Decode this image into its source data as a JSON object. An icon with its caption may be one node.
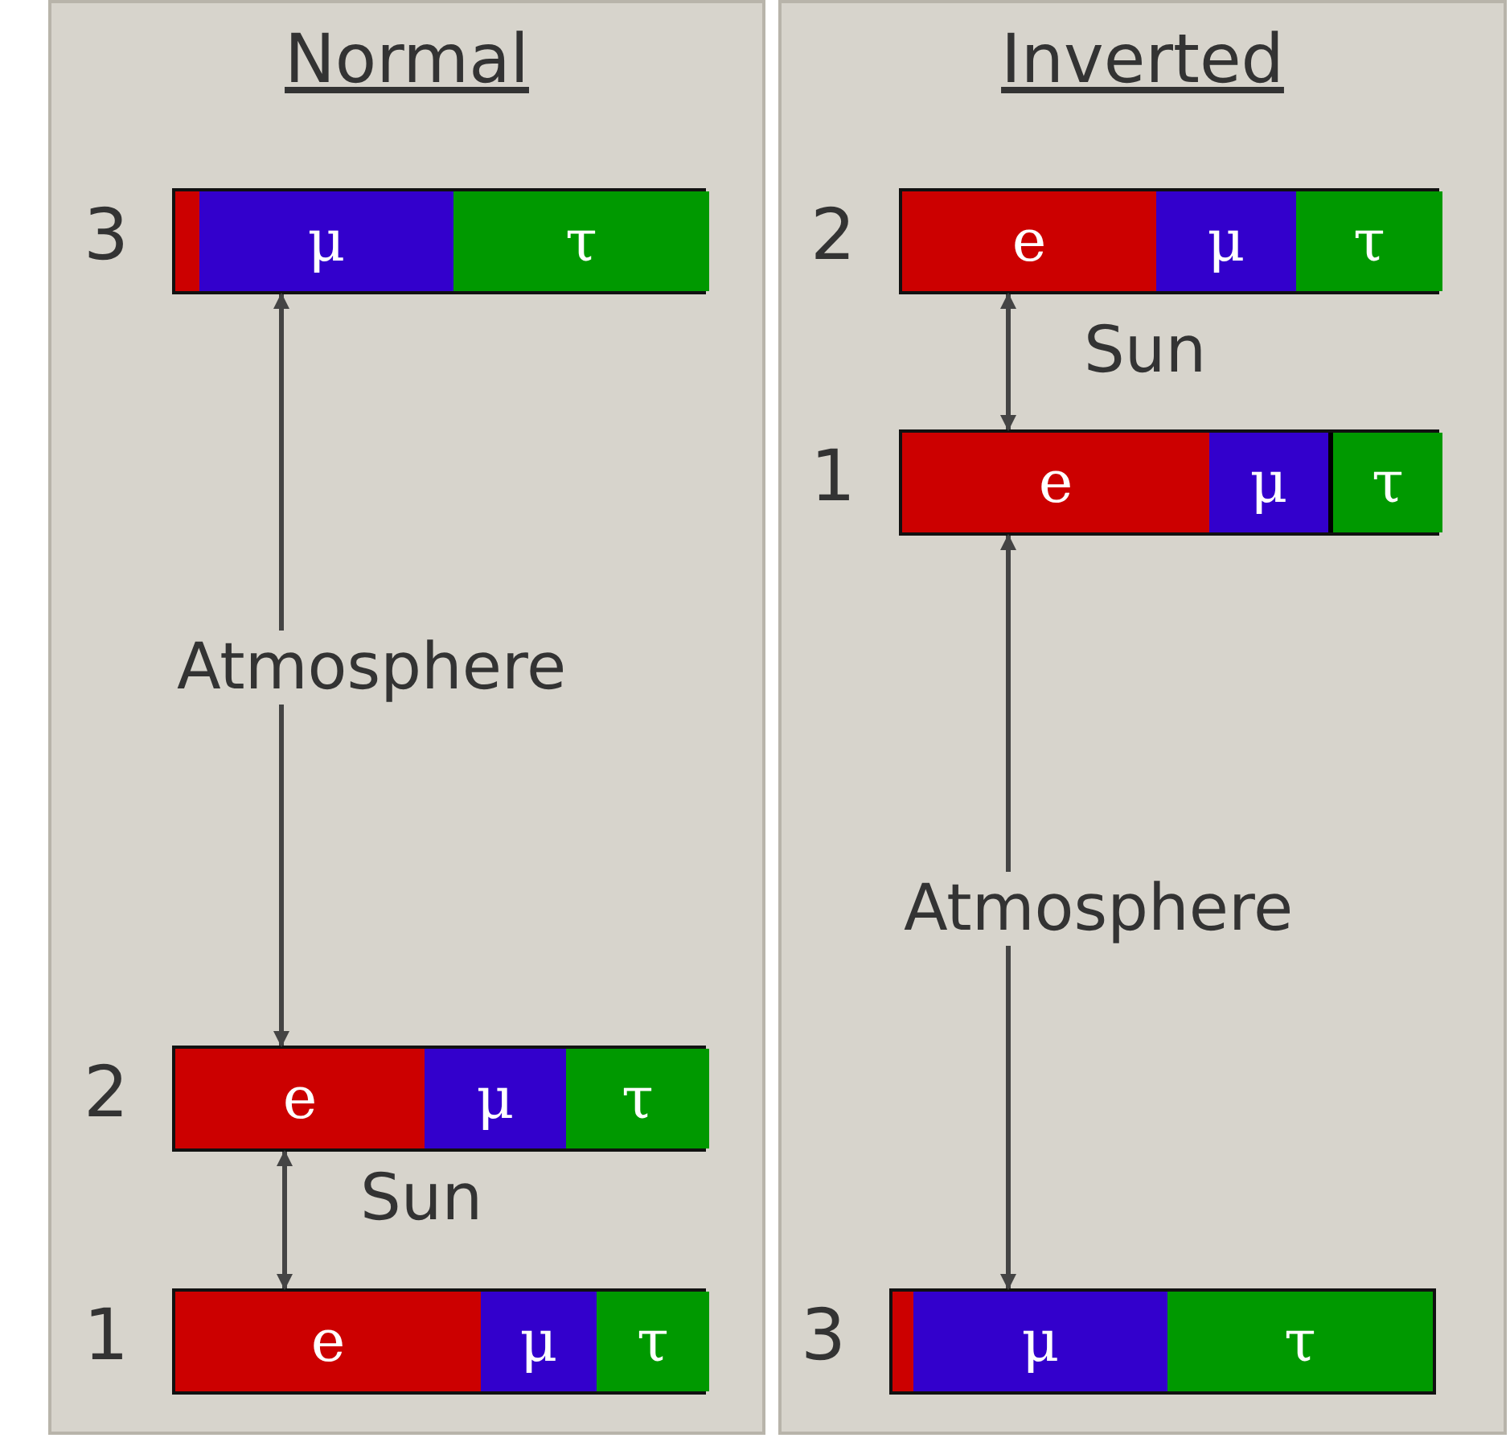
{
  "diagram": {
    "nodes": [
      {
        "text": [
          "Normal"
        ]
      },
      {
        "text": [],
        "shape": "bar",
        "in": 0,
        "beside": [
          "3"
        ]
      },
      {
        "text": [],
        "shape": "box",
        "in": 1
      },
      {
        "text": [
          "μ"
        ],
        "in": 1
      },
      {
        "text": [
          "τ"
        ],
        "in": 1
      },
      {
        "text": [],
        "shape": "bar",
        "in": 0,
        "beside": [
          "2"
        ]
      },
      {
        "text": [
          "e"
        ],
        "in": 5
      },
      {
        "text": [
          "μ"
        ],
        "in": 5
      },
      {
        "text": [
          "τ"
        ],
        "in": 5
      },
      {
        "text": [],
        "shape": "bar",
        "in": 0,
        "beside": [
          "1"
        ]
      },
      {
        "text": [
          "e"
        ],
        "in": 9
      },
      {
        "text": [
          "μ"
        ],
        "in": 9
      },
      {
        "text": [
          "τ"
        ],
        "in": 9
      },
      {
        "text": [
          "Inverted"
        ]
      },
      {
        "text": [],
        "shape": "bar",
        "in": 13,
        "beside": [
          "2"
        ]
      },
      {
        "text": [
          "e"
        ],
        "in": 14
      },
      {
        "text": [
          "μ"
        ],
        "in": 14
      },
      {
        "text": [
          "τ"
        ],
        "in": 14
      },
      {
        "text": [],
        "shape": "bar",
        "in": 13,
        "beside": [
          "1"
        ]
      },
      {
        "text": [
          "e"
        ],
        "in": 18
      },
      {
        "text": [
          "μ"
        ],
        "in": 18
      },
      {
        "text": [
          "τ"
        ],
        "in": 18
      },
      {
        "text": [],
        "shape": "bar",
        "in": 13,
        "beside": [
          "3"
        ]
      },
      {
        "text": [],
        "shape": "box",
        "in": 22
      },
      {
        "text": [
          "μ"
        ],
        "in": 22
      },
      {
        "text": [
          "τ"
        ],
        "in": 22
      }
    ],
    "edges": [
      {
        "from": 1,
        "to": 5,
        "arrow": "both",
        "label": "Atmosphere"
      },
      {
        "from": 5,
        "to": 9,
        "arrow": "both",
        "label": "Sun"
      },
      {
        "from": 14,
        "to": 18,
        "arrow": "both",
        "label": "Sun"
      },
      {
        "from": 18,
        "to": 22,
        "arrow": "both",
        "label": "Atmosphere"
      }
    ]
  }
}
